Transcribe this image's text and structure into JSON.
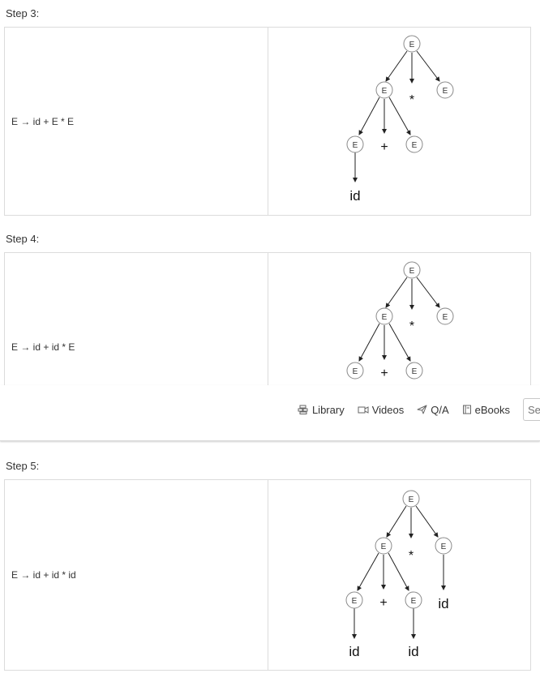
{
  "steps": [
    {
      "label": "Step 3:",
      "production": "E → id + E * E",
      "tree": {
        "node": "E",
        "op": "*",
        "plus": "+",
        "leaf": "id"
      }
    },
    {
      "label": "Step 4:",
      "production": "E → id + id * E",
      "tree": {
        "node": "E",
        "op": "*",
        "plus": "+"
      }
    },
    {
      "label": "Step 5:",
      "production": "E → id + id * id",
      "tree": {
        "node": "E",
        "op": "*",
        "plus": "+",
        "leaf": "id"
      }
    }
  ],
  "nav": {
    "library": "Library",
    "videos": "Videos",
    "qa": "Q/A",
    "ebooks": "eBooks",
    "search_placeholder": "Search"
  },
  "icons": {
    "library": "library-icon",
    "videos": "video-icon",
    "qa": "send-icon",
    "ebooks": "book-icon"
  }
}
